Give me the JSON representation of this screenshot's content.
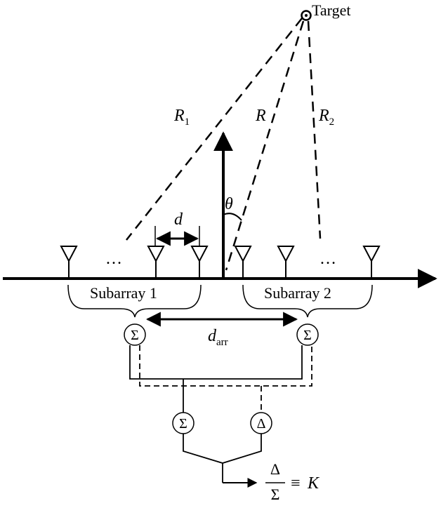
{
  "labels": {
    "target": "Target",
    "r1": "R",
    "r1_sub": "1",
    "r": "R",
    "r2": "R",
    "r2_sub": "2",
    "theta": "θ",
    "d": "d",
    "dots_left": "…",
    "dots_right": "…",
    "subarray1": "Subarray 1",
    "subarray2": "Subarray 2",
    "darr": "d",
    "darr_sub": "arr",
    "sum_symbol": "Σ",
    "delta_symbol": "Δ",
    "ratio_numerator": "Δ",
    "ratio_denominator": "Σ",
    "ratio_equiv": "≡",
    "ratio_k": "K"
  }
}
